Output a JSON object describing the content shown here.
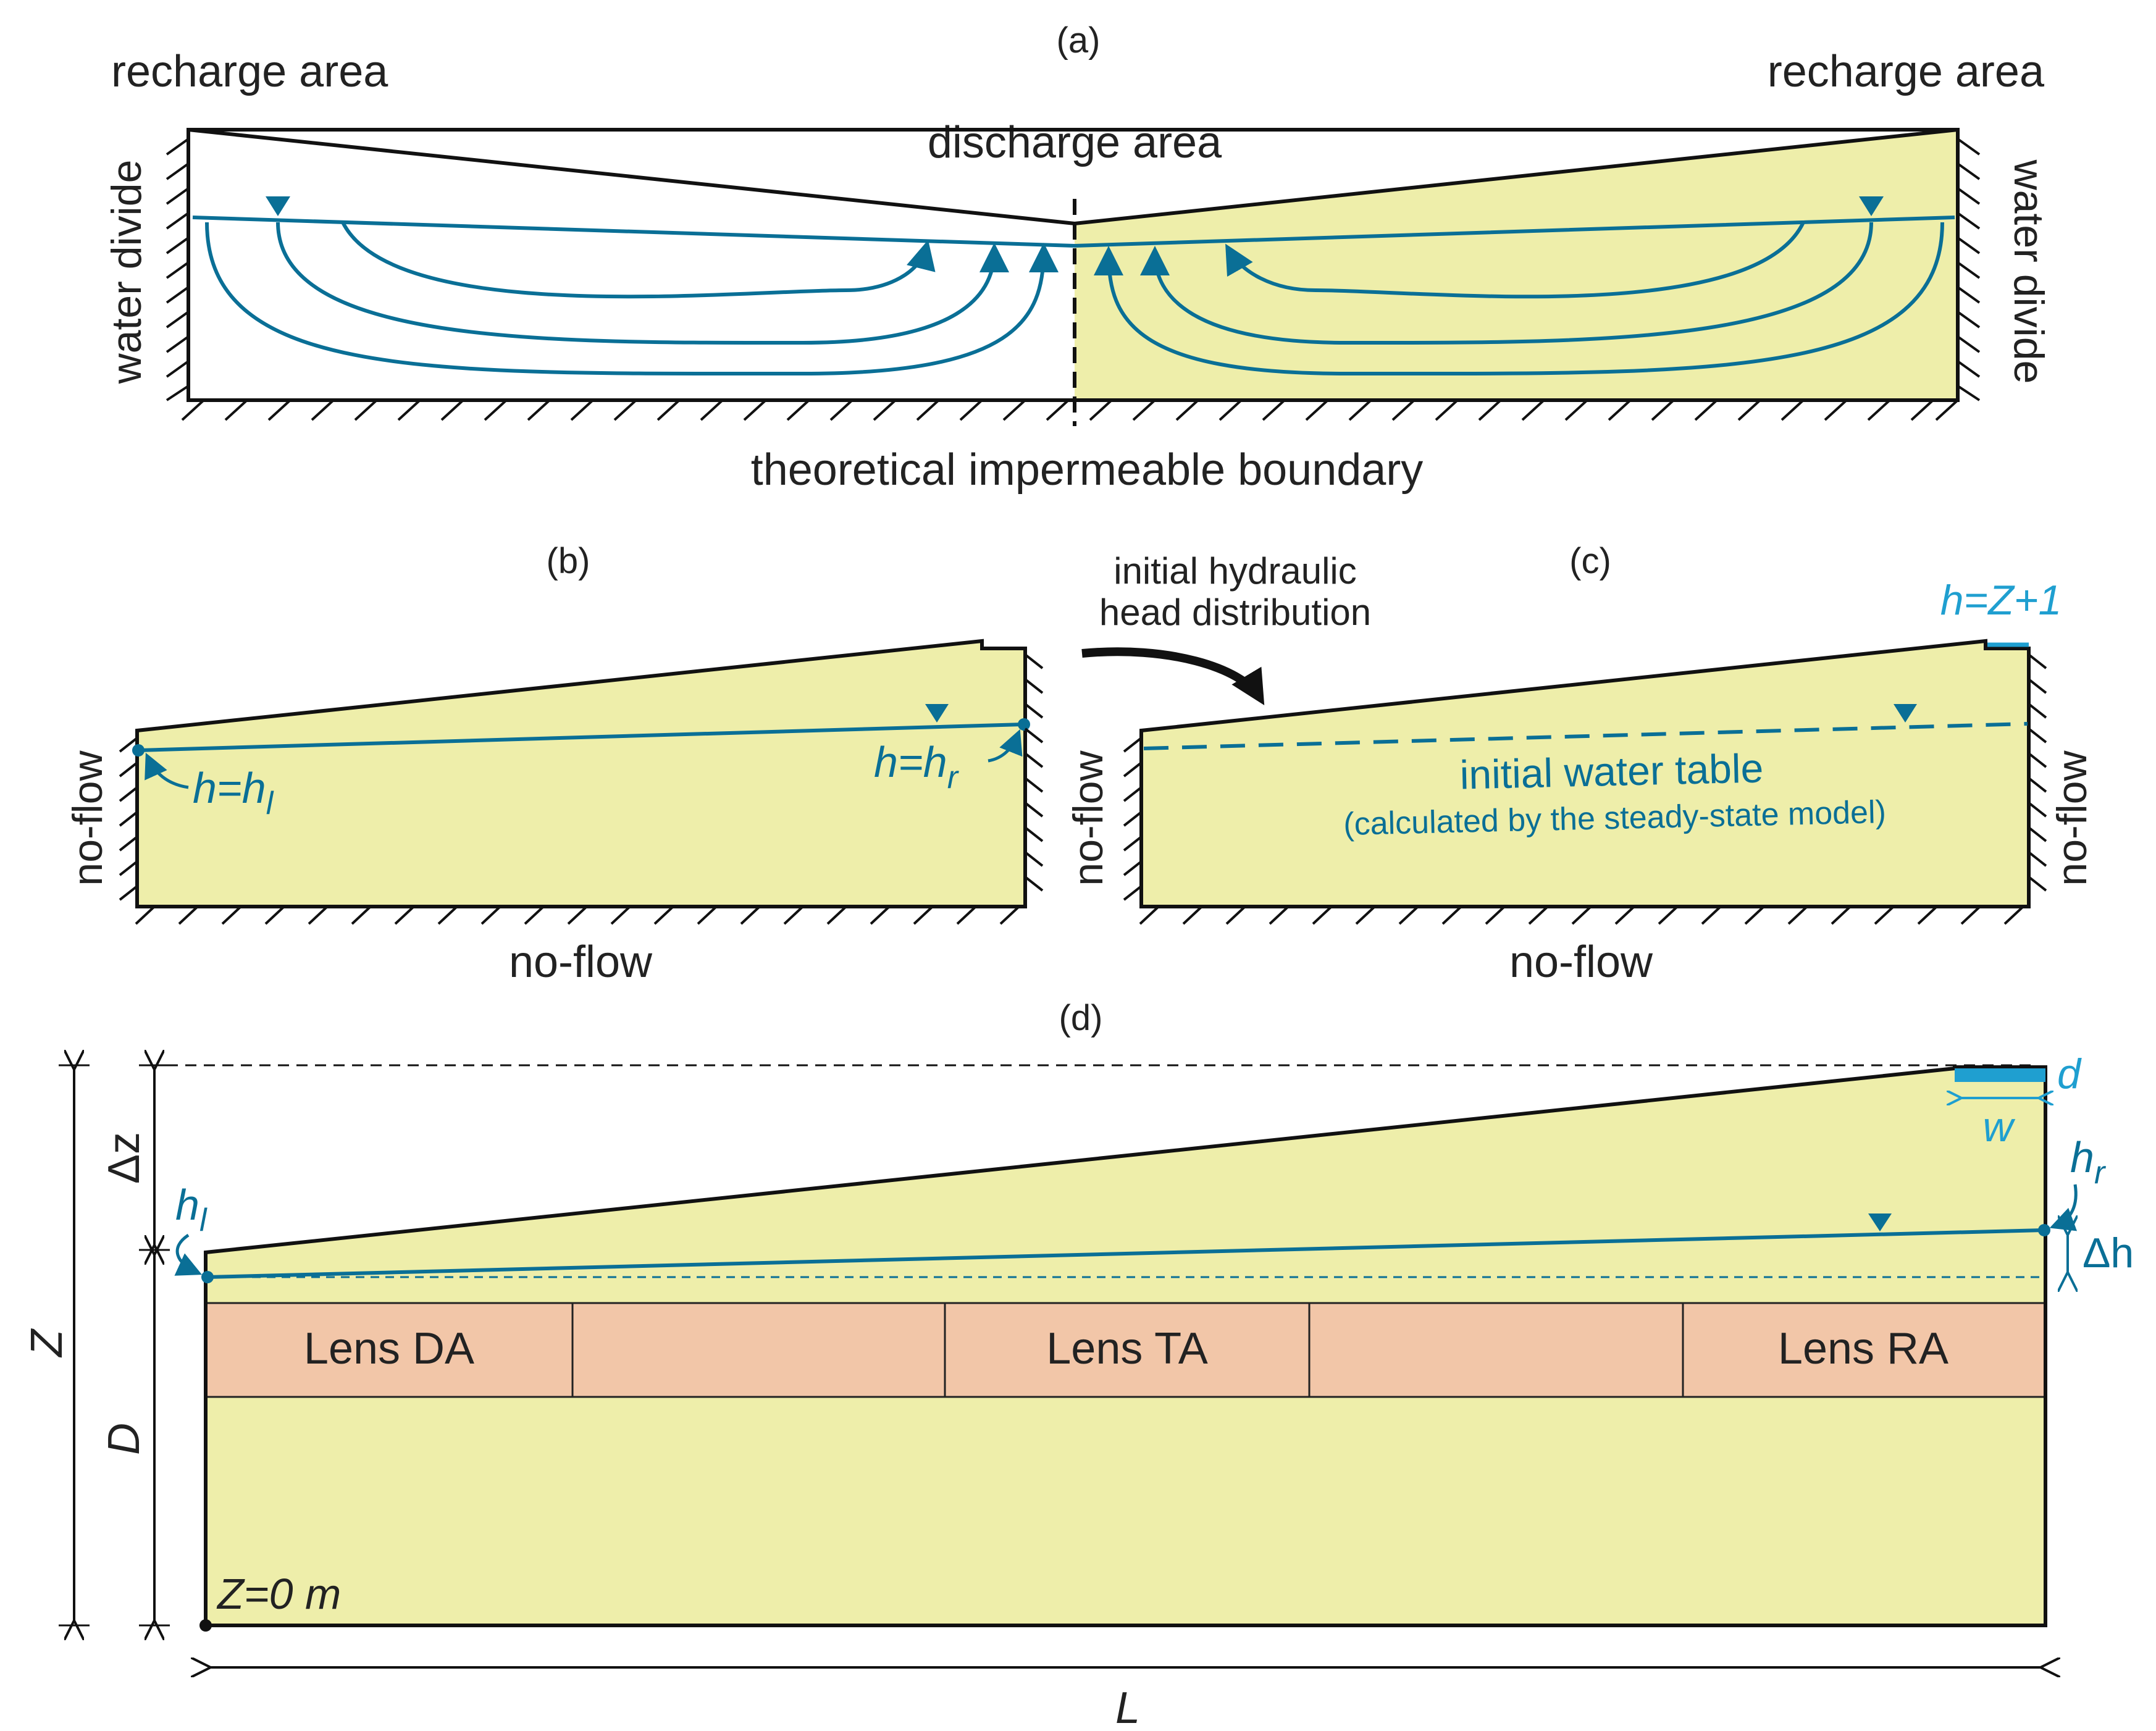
{
  "panel_a": {
    "label": "(a)",
    "recharge_left": "recharge area",
    "recharge_right": "recharge area",
    "discharge": "discharge area",
    "divide_left": "water divide",
    "divide_right": "water divide",
    "bottom": "theoretical impermeable boundary"
  },
  "panel_b": {
    "label": "(b)",
    "left_side": "no-flow",
    "bottom": "no-flow",
    "h_left_base": "h=h",
    "h_left_sub": "l",
    "h_right_base": "h=h",
    "h_right_sub": "r"
  },
  "arrow_text": {
    "line1": "initial hydraulic",
    "line2": "head distribution"
  },
  "panel_c": {
    "label": "(c)",
    "left_side": "no-flow",
    "right_side": "no-flow",
    "bottom": "no-flow",
    "top_head": "h=Z+1",
    "wt_title": "initial water table",
    "wt_note": "(calculated by the steady-state model)"
  },
  "panel_d": {
    "label": "(d)",
    "dz": "Δz",
    "z": "Z",
    "d_upper": "D",
    "l": "L",
    "z0": "Z=0 m",
    "hl_base": "h",
    "hl_sub": "l",
    "hr_base": "h",
    "hr_sub": "r",
    "dh": "Δh",
    "d_lower": "d",
    "w": "w",
    "lenses": [
      "Lens DA",
      "Lens TA",
      "Lens RA"
    ]
  },
  "colors": {
    "aquifer": "#eeeeaa",
    "lens": "#f2c6a8",
    "water": "#0a6f96",
    "highlight": "#1f9fd0"
  }
}
